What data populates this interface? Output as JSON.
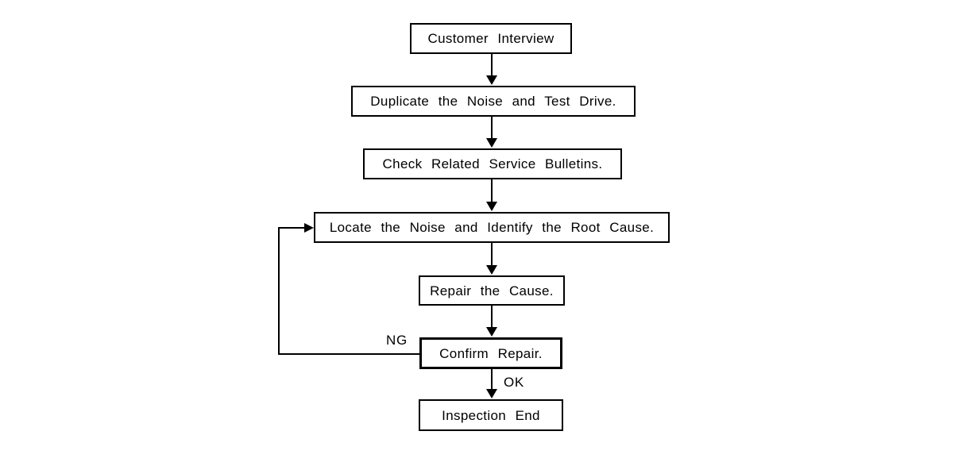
{
  "diagram": {
    "type": "flowchart",
    "nodes": [
      {
        "id": "customer-interview",
        "label": "Customer Interview"
      },
      {
        "id": "duplicate-noise-test-drive",
        "label": "Duplicate the Noise and Test Drive."
      },
      {
        "id": "check-service-bulletins",
        "label": "Check Related Service Bulletins."
      },
      {
        "id": "locate-noise-root-cause",
        "label": "Locate the Noise and Identify the Root Cause."
      },
      {
        "id": "repair-cause",
        "label": "Repair the Cause."
      },
      {
        "id": "confirm-repair",
        "label": "Confirm Repair."
      },
      {
        "id": "inspection-end",
        "label": "Inspection End"
      }
    ],
    "edges": [
      {
        "from": "customer-interview",
        "to": "duplicate-noise-test-drive",
        "label": ""
      },
      {
        "from": "duplicate-noise-test-drive",
        "to": "check-service-bulletins",
        "label": ""
      },
      {
        "from": "check-service-bulletins",
        "to": "locate-noise-root-cause",
        "label": ""
      },
      {
        "from": "locate-noise-root-cause",
        "to": "repair-cause",
        "label": ""
      },
      {
        "from": "repair-cause",
        "to": "confirm-repair",
        "label": ""
      },
      {
        "from": "confirm-repair",
        "to": "inspection-end",
        "label": "OK"
      },
      {
        "from": "confirm-repair",
        "to": "locate-noise-root-cause",
        "label": "NG"
      }
    ],
    "edge_labels": {
      "ng": "NG",
      "ok": "OK"
    },
    "colors": {
      "line": "#000000",
      "background": "#ffffff"
    }
  }
}
